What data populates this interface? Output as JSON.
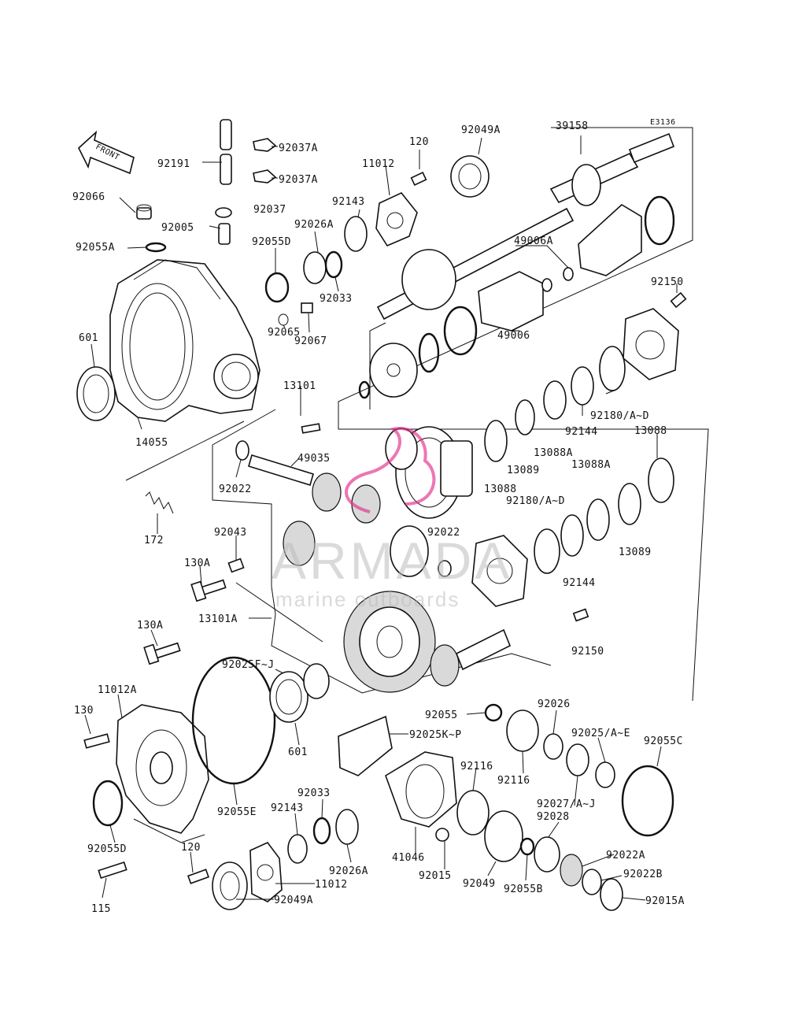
{
  "diagram_code": "E3136",
  "front_label": "FRONT",
  "watermark": {
    "brand": "ARMADA",
    "tagline": "marine outboards",
    "accent": "#e22d8a"
  },
  "labels": {
    "p92191": "92191",
    "p92037A_1": "92037A",
    "p92037A_2": "92037A",
    "p92037": "92037",
    "p92066": "92066",
    "p92005": "92005",
    "p92055A": "92055A",
    "p601_top": "601",
    "p14055": "14055",
    "p92049A_top": "92049A",
    "p39158": "39158",
    "p120_top": "120",
    "p11012_top": "11012",
    "p92143_top": "92143",
    "p92026A_top": "92026A",
    "p92055D_top": "92055D",
    "p92033_top": "92033",
    "p92067": "92067",
    "p92065": "92065",
    "p49006A": "49006A",
    "p49006": "49006",
    "p92150_top": "92150",
    "p92180_1": "92180/A~D",
    "p92144_1": "92144",
    "p13088_right": "13088",
    "p13088A_1": "13088A",
    "p13089_1": "13089",
    "p13088A_2": "13088A",
    "p13088_2": "13088",
    "p92180_2": "92180/A~D",
    "p13089_2": "13089",
    "p92144_2": "92144",
    "p92150_mid": "92150",
    "p13101": "13101",
    "p49035": "49035",
    "p92022_1": "92022",
    "p92022_2": "92022",
    "p172": "172",
    "p92043": "92043",
    "p130A_1": "130A",
    "p13101A": "13101A",
    "p130A_2": "130A",
    "p92025FJ": "92025F~J",
    "p11012A": "11012A",
    "p130": "130",
    "p601_bottom": "601",
    "p92055E": "92055E",
    "p92055_mid": "92055",
    "p92025KP": "92025K~P",
    "p92026_mid": "92026",
    "p92025AE": "92025/A~E",
    "p92055C": "92055C",
    "p92116_1": "92116",
    "p92116_2": "92116",
    "p92027": "92027/A~J",
    "p92028": "92028",
    "p92033_bottom": "92033",
    "p92143_bottom": "92143",
    "p92055D_bottom": "92055D",
    "p120_bottom": "120",
    "p115": "115",
    "p11012_bottom": "11012",
    "p92049A_bottom": "92049A",
    "p92026A_bottom": "92026A",
    "p41046": "41046",
    "p92015": "92015",
    "p92049": "92049",
    "p92055B": "92055B",
    "p92022A": "92022A",
    "p92022B": "92022B",
    "p92015A": "92015A"
  }
}
